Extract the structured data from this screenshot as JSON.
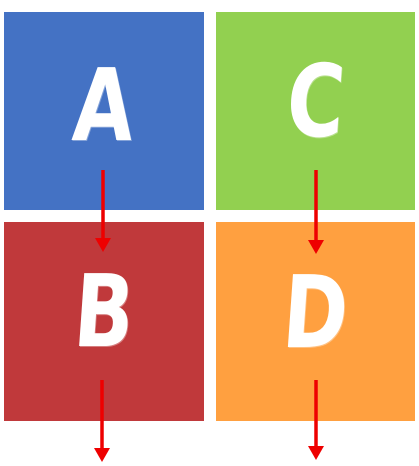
{
  "tiles": [
    {
      "id": "a",
      "label": "A",
      "color": "#4472c4"
    },
    {
      "id": "c",
      "label": "C",
      "color": "#92d050"
    },
    {
      "id": "b",
      "label": "B",
      "color": "#c0393b"
    },
    {
      "id": "d",
      "label": "D",
      "color": "#ffa040"
    }
  ],
  "arrow_color": "#ee0000",
  "arrows": [
    {
      "from": "A",
      "to": "B"
    },
    {
      "from": "C",
      "to": "D"
    },
    {
      "from": "B",
      "to": ""
    },
    {
      "from": "D",
      "to": ""
    }
  ]
}
